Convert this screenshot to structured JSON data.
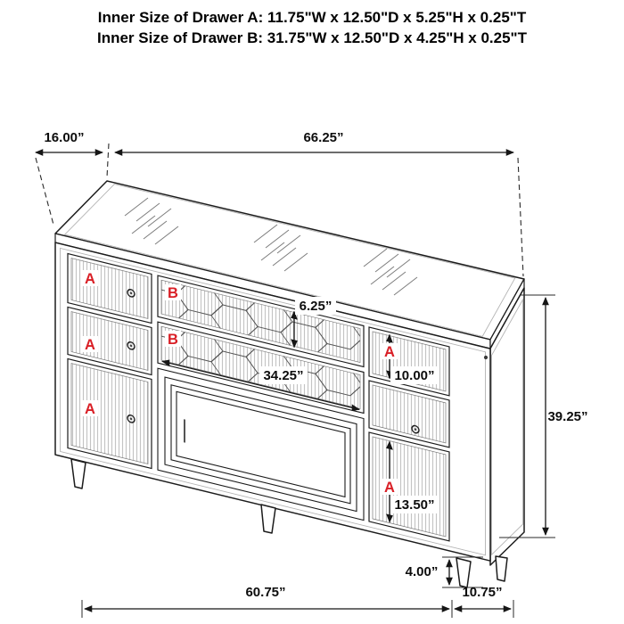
{
  "title": {
    "line1": "Inner Size of Drawer A: 11.75\"W x 12.50\"D x 5.25\"H x 0.25\"T",
    "line2": "Inner Size of Drawer B: 31.75\"W x 12.50\"D x 4.25\"H x 0.25\"T"
  },
  "dimensions": {
    "top_depth": "16.00”",
    "top_width": "66.25”",
    "drawer_b_height": "6.25”",
    "drawer_b_width": "34.25”",
    "right_top_drawer_height": "10.00”",
    "overall_height": "39.25”",
    "right_bottom_drawer_height": "13.50”",
    "leg_height": "4.00”",
    "base_width": "60.75”",
    "base_depth": "10.75”"
  },
  "drawer_labels": {
    "a": "A",
    "b": "B"
  },
  "colors": {
    "label_red": "#d91f26",
    "line_black": "#1c1c1c",
    "background": "#ffffff"
  }
}
